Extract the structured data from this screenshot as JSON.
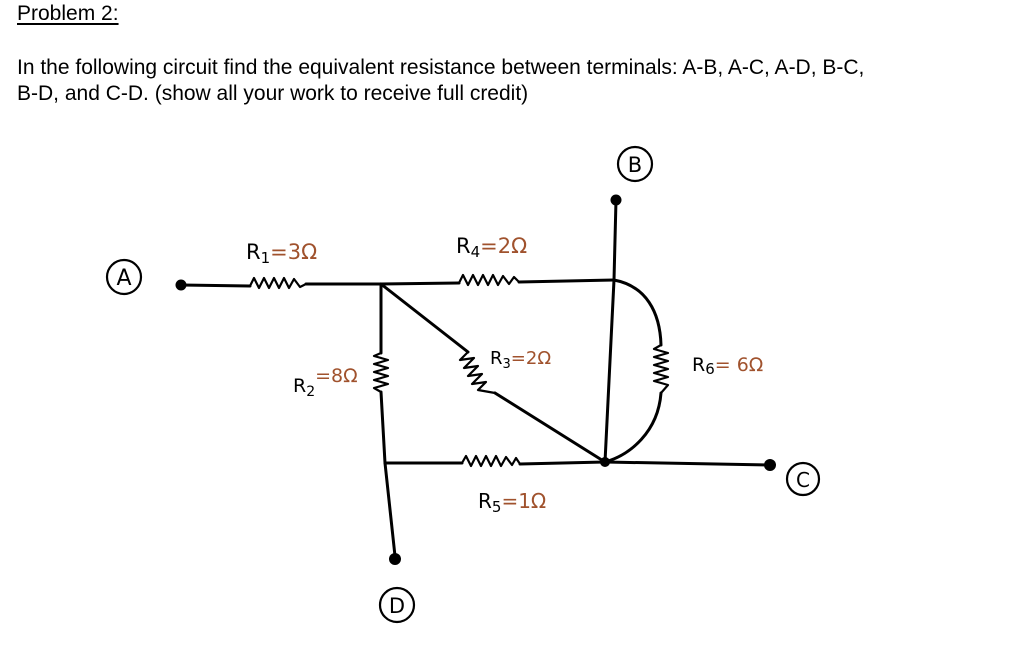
{
  "problem": {
    "heading": "Problem 2:",
    "line1": "In the following circuit find the equivalent resistance between terminals: A-B, A-C, A-D, B-C,",
    "line2": "B-D, and C-D. (show all your work to receive full credit)"
  },
  "terminals": {
    "a": "A",
    "b": "B",
    "c": "C",
    "d": "D"
  },
  "resistors": {
    "r1": {
      "name": "R",
      "sub": "1",
      "value": "=3Ω"
    },
    "r2": {
      "name": "R",
      "sub": "2",
      "value": "=8Ω"
    },
    "r3": {
      "name": "R",
      "sub": "3",
      "value": "=2Ω"
    },
    "r4": {
      "name": "R",
      "sub": "4",
      "value": "=2Ω"
    },
    "r5": {
      "name": "R",
      "sub": "5",
      "value": "=1Ω"
    },
    "r6": {
      "name": "R",
      "sub": "6",
      "value": "= 6Ω"
    }
  },
  "colors": {
    "ink": "#000000",
    "value_ink": "#a0522d"
  }
}
